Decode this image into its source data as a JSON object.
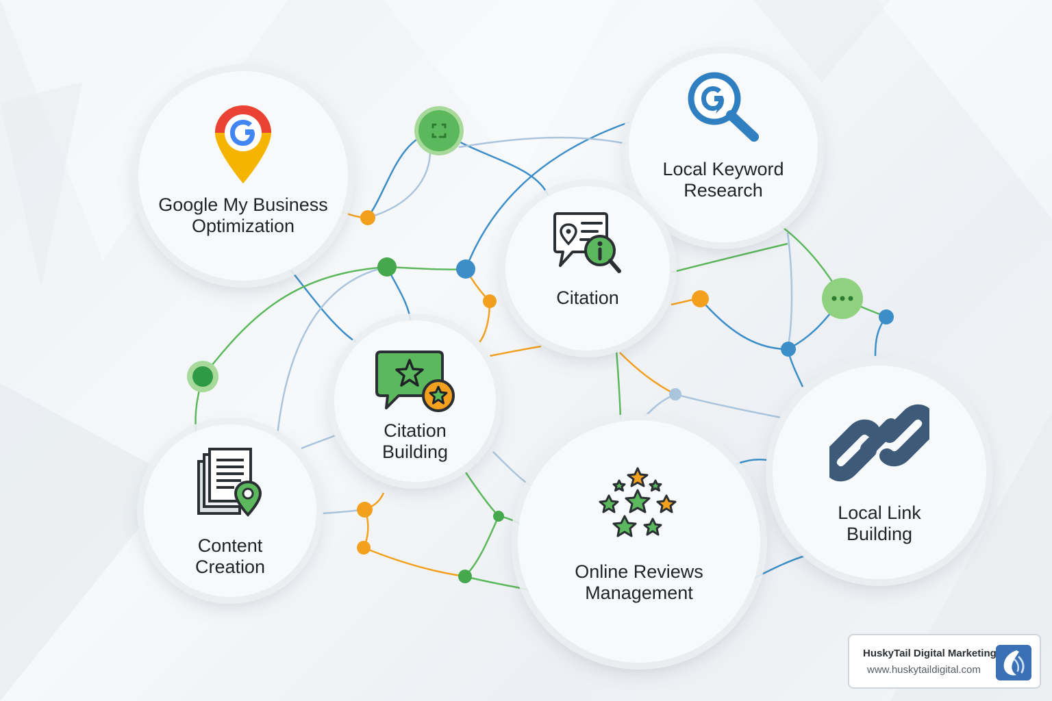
{
  "nodes": {
    "gmb": {
      "label": "Google My Business\nOptimization",
      "icon": "google-map-pin-icon"
    },
    "keyword": {
      "label": "Local Keyword\nResearch",
      "icon": "keyword-search-icon"
    },
    "citation": {
      "label": "Citation",
      "icon": "citation-info-icon"
    },
    "citation_building": {
      "label": "Citation\nBuilding",
      "icon": "chat-star-icon"
    },
    "content": {
      "label": "Content\nCreation",
      "icon": "document-location-icon"
    },
    "reviews": {
      "label": "Online Reviews\nManagement",
      "icon": "stars-icon"
    },
    "link": {
      "label": "Local Link\nBuilding",
      "icon": "chain-link-icon"
    }
  },
  "footer": {
    "brand": "HuskyTail Digital Marketing",
    "url": "www.huskytaildigital.com",
    "logo_icon": "huskytail-logo-icon"
  },
  "colors": {
    "green": "#5cb85c",
    "blue": "#3b8ec7",
    "orange": "#f2a01e",
    "light_blue": "#a9c4dc"
  }
}
